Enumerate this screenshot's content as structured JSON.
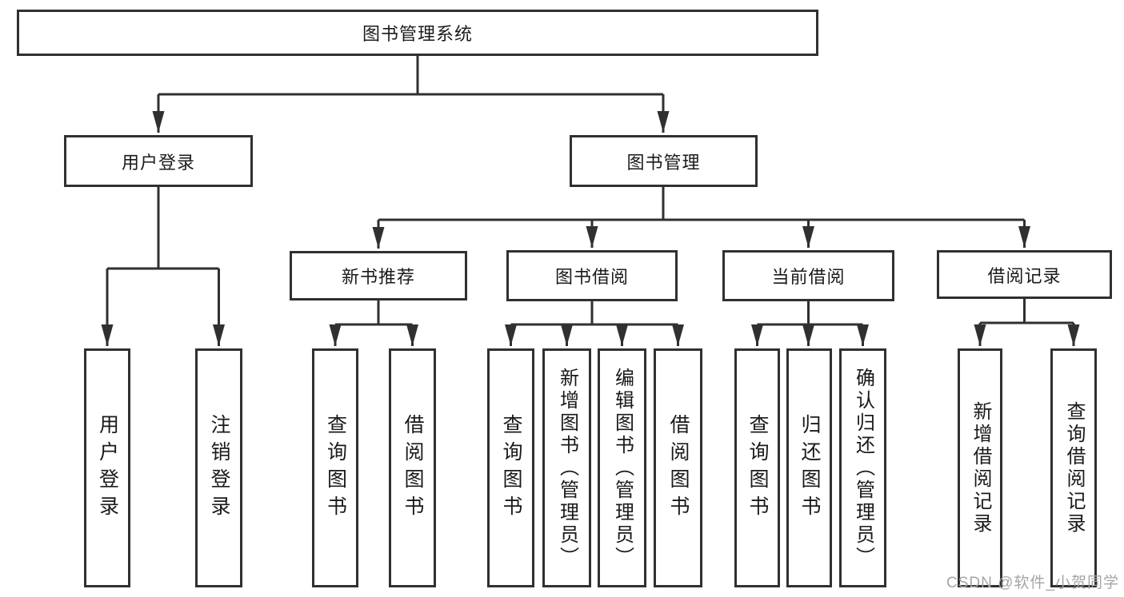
{
  "diagram": {
    "type": "functional-structure-tree",
    "colors": {
      "background": "#ffffff",
      "line": "#303030",
      "text": "#1a1a1a",
      "watermark": "#a5a5a5"
    },
    "tree": {
      "label": "图书管理系统",
      "children": [
        {
          "label": "用户登录",
          "children": [
            {
              "label": "用户登录"
            },
            {
              "label": "注销登录"
            }
          ]
        },
        {
          "label": "图书管理",
          "children": [
            {
              "label": "新书推荐",
              "children": [
                {
                  "label": "查询图书"
                },
                {
                  "label": "借阅图书"
                }
              ]
            },
            {
              "label": "图书借阅",
              "children": [
                {
                  "label": "查询图书"
                },
                {
                  "label": "新增图书（管理员）"
                },
                {
                  "label": "编辑图书（管理员）"
                },
                {
                  "label": "借阅图书"
                }
              ]
            },
            {
              "label": "当前借阅",
              "children": [
                {
                  "label": "查询图书"
                },
                {
                  "label": "归还图书"
                },
                {
                  "label": "确认归还（管理员）"
                }
              ]
            },
            {
              "label": "借阅记录",
              "children": [
                {
                  "label": "新增借阅记录"
                },
                {
                  "label": "查询借阅记录"
                }
              ]
            }
          ]
        }
      ]
    }
  },
  "watermark": {
    "text": "CSDN @软件_小贺同学"
  }
}
